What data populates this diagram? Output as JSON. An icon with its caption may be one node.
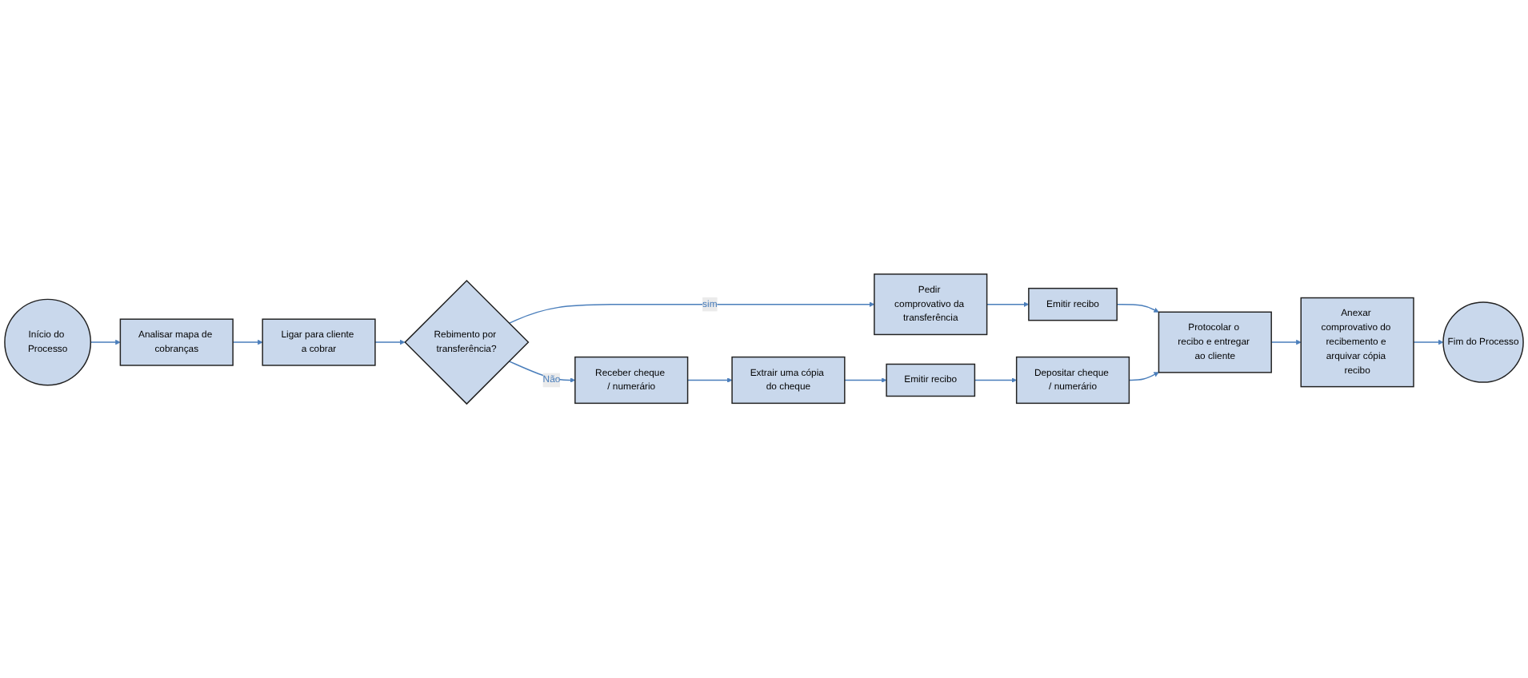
{
  "diagram": {
    "nodes": [
      {
        "text": [
          "Início do Processo"
        ]
      },
      {
        "text": [
          "Analisar mapa de cobranças"
        ]
      },
      {
        "text": [
          "Ligar para cliente a cobrar"
        ]
      },
      {
        "text": [
          "Rebimento por transferência?"
        ]
      },
      {
        "text": [
          "Pedir comprovativo da transferência"
        ]
      },
      {
        "text": [
          "Emitir recibo"
        ]
      },
      {
        "text": [
          "Receber cheque / numerário"
        ]
      },
      {
        "text": [
          "Extrair uma cópia do cheque"
        ]
      },
      {
        "text": [
          "Emitir recibo"
        ]
      },
      {
        "text": [
          "Depositar cheque / numerário"
        ]
      },
      {
        "text": [
          "Protocolar o recibo e entregar ao cliente"
        ]
      },
      {
        "text": [
          "Anexar comprovativo do recibemento e arquivar cópia recibo"
        ]
      },
      {
        "text": [
          "Fim do Processo"
        ]
      }
    ],
    "edges": [
      {
        "from": 0,
        "to": 1,
        "arrow": "to"
      },
      {
        "from": 1,
        "to": 2,
        "arrow": "to"
      },
      {
        "from": 2,
        "to": 3,
        "arrow": "to"
      },
      {
        "from": 3,
        "to": 4,
        "label": "sim",
        "arrow": "to"
      },
      {
        "from": 3,
        "to": 6,
        "label": "Não",
        "arrow": "to"
      },
      {
        "from": 4,
        "to": 5,
        "arrow": "to"
      },
      {
        "from": 5,
        "to": 10,
        "arrow": "to"
      },
      {
        "from": 6,
        "to": 7,
        "arrow": "to"
      },
      {
        "from": 7,
        "to": 8,
        "arrow": "to"
      },
      {
        "from": 8,
        "to": 9,
        "arrow": "to"
      },
      {
        "from": 9,
        "to": 10,
        "arrow": "to"
      },
      {
        "from": 10,
        "to": 11,
        "arrow": "to"
      },
      {
        "from": 11,
        "to": 12,
        "arrow": "to"
      }
    ]
  }
}
